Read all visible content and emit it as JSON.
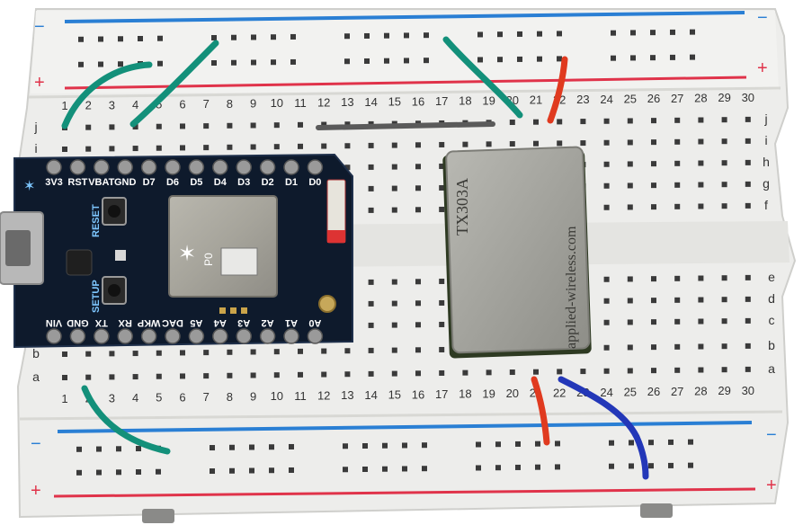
{
  "breadboard": {
    "rail_minus": "−",
    "rail_plus": "+",
    "row_letters_top": [
      "j",
      "i",
      "h",
      "g",
      "f"
    ],
    "row_letters_bottom": [
      "e",
      "d",
      "c",
      "b",
      "a"
    ],
    "column_numbers": [
      "1",
      "2",
      "3",
      "4",
      "5",
      "6",
      "7",
      "8",
      "9",
      "10",
      "11",
      "12",
      "13",
      "14",
      "15",
      "16",
      "17",
      "18",
      "19",
      "20",
      "21",
      "22",
      "23",
      "24",
      "25",
      "26",
      "27",
      "28",
      "29",
      "30"
    ]
  },
  "photon": {
    "top_pins": [
      "3V3",
      "RST",
      "VBAT",
      "GND",
      "D7",
      "D6",
      "D5",
      "D4",
      "D3",
      "D2",
      "D1",
      "D0"
    ],
    "bottom_pins": [
      "VIN",
      "GND",
      "TX",
      "RX",
      "WKP",
      "DAC",
      "A5",
      "A4",
      "A3",
      "A2",
      "A1",
      "A0"
    ],
    "button_reset": "RESET",
    "button_setup": "SETUP",
    "module_text": "P0"
  },
  "radio_module": {
    "model": "TX303A",
    "brand": "applied-wireless.com"
  },
  "colors": {
    "board": "#efefed",
    "hole": "#3a3a3a",
    "rail_red": "#e0334a",
    "rail_blue": "#2a7fd4",
    "wire_green": "#13907a",
    "wire_red": "#e03a1f",
    "wire_blue": "#2337b8",
    "wire_gray": "#5a5a5a",
    "pcb": "#0e1a2c",
    "shield": "#a9a79f"
  }
}
